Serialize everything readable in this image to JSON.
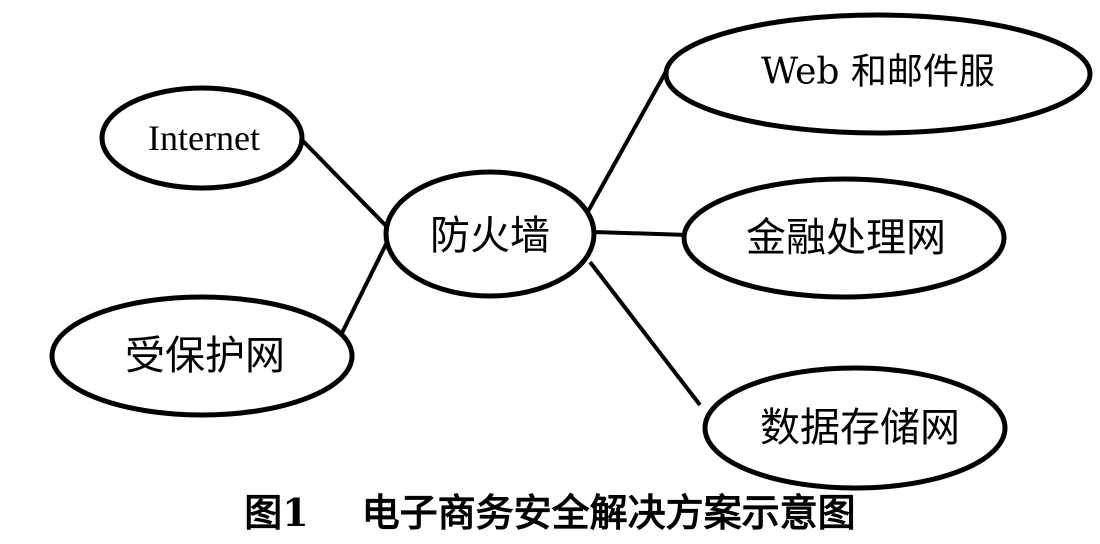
{
  "diagram": {
    "nodes": {
      "internet": "Internet",
      "protected_net": "受保护网",
      "firewall": "防火墙",
      "web_mail": "Web 和邮件服",
      "finance_net": "金融处理网",
      "storage_net": "数据存储网"
    },
    "edges": [
      [
        "internet",
        "firewall"
      ],
      [
        "protected_net",
        "firewall"
      ],
      [
        "firewall",
        "web_mail"
      ],
      [
        "firewall",
        "finance_net"
      ],
      [
        "firewall",
        "storage_net"
      ]
    ],
    "caption": {
      "number": "图1",
      "title": "电子商务安全解决方案示意图"
    }
  }
}
